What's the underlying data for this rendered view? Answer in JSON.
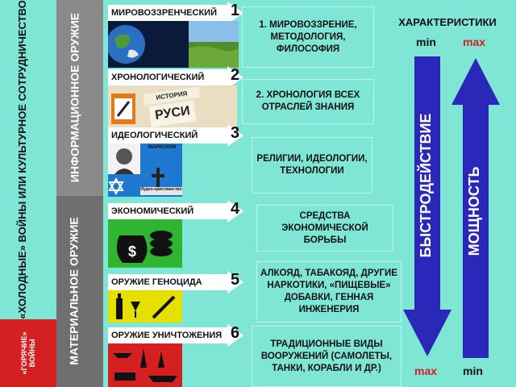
{
  "left_labels": {
    "cold_war": "«ХОЛОДНЫЕ» ВОЙНЫ ИЛИ КУЛЬТУРНОЕ СОТРУДНИЧЕСТВО",
    "hot_war": "«ГОРЯЧИЕ» ВОЙНЫ"
  },
  "groups": {
    "info": "ИНФОРМАЦИОННОЕ ОРУЖИЕ",
    "material": "МАТЕРИАЛЬНОЕ ОРУЖИЕ"
  },
  "rows": [
    {
      "label": "МИРОВОЗЗРЕНЧЕСКИЙ",
      "num": "1",
      "desc": "1. МИРОВОЗЗРЕНИЕ, МЕТОДОЛОГИЯ, ФИЛОСОФИЯ"
    },
    {
      "label": "ХРОНОЛОГИЧЕСКИЙ",
      "num": "2",
      "desc": "2. ХРОНОЛОГИЯ ВСЕХ ОТРАСЛЕЙ ЗНАНИЯ"
    },
    {
      "label": "ИДЕОЛОГИЧЕСКИЙ",
      "num": "3",
      "desc": "РЕЛИГИИ, ИДЕОЛОГИИ, ТЕХНОЛОГИИ"
    },
    {
      "label": "ЭКОНОМИЧЕСКИЙ",
      "num": "4",
      "desc": "СРЕДСТВА ЭКОНОМИЧЕСКОЙ БОРЬБЫ"
    },
    {
      "label": "ОРУЖИЕ ГЕНОЦИДА",
      "num": "5",
      "desc": "АЛКОЯД, ТАБАКОЯД, ДРУГИЕ НАРКОТИКИ, «ПИЩЕВЫЕ» ДОБАВКИ, ГЕННАЯ ИНЖЕНЕРИЯ"
    },
    {
      "label": "ОРУЖИЕ УНИЧТОЖЕНИЯ",
      "num": "6",
      "desc": "ТРАДИЦИОННЫЕ ВИДЫ ВООРУЖЕНИЙ (САМОЛЕТЫ, ТАНКИ, КОРАБЛИ И ДР.)"
    }
  ],
  "pictures": {
    "history_sign": "ИСТОРИЯ",
    "rus_sign": "РУСИ",
    "marx_caption": "МАРКСИЗМ",
    "judeo_caption": "Иудео-христианство",
    "money_sign": "$"
  },
  "characteristics": {
    "title": "ХАРАКТЕРИСТИКИ",
    "speed_label": "БЫСТРОДЕЙСТВИЕ",
    "power_label": "МОЩНОСТЬ",
    "min_left": "min",
    "max_right": "max",
    "max_left": "max",
    "min_right": "min"
  },
  "colors": {
    "background": "#7fe6d6",
    "arrow_blue": "#2a28b8",
    "max_red": "#d42020",
    "hot_red": "#d42020"
  }
}
